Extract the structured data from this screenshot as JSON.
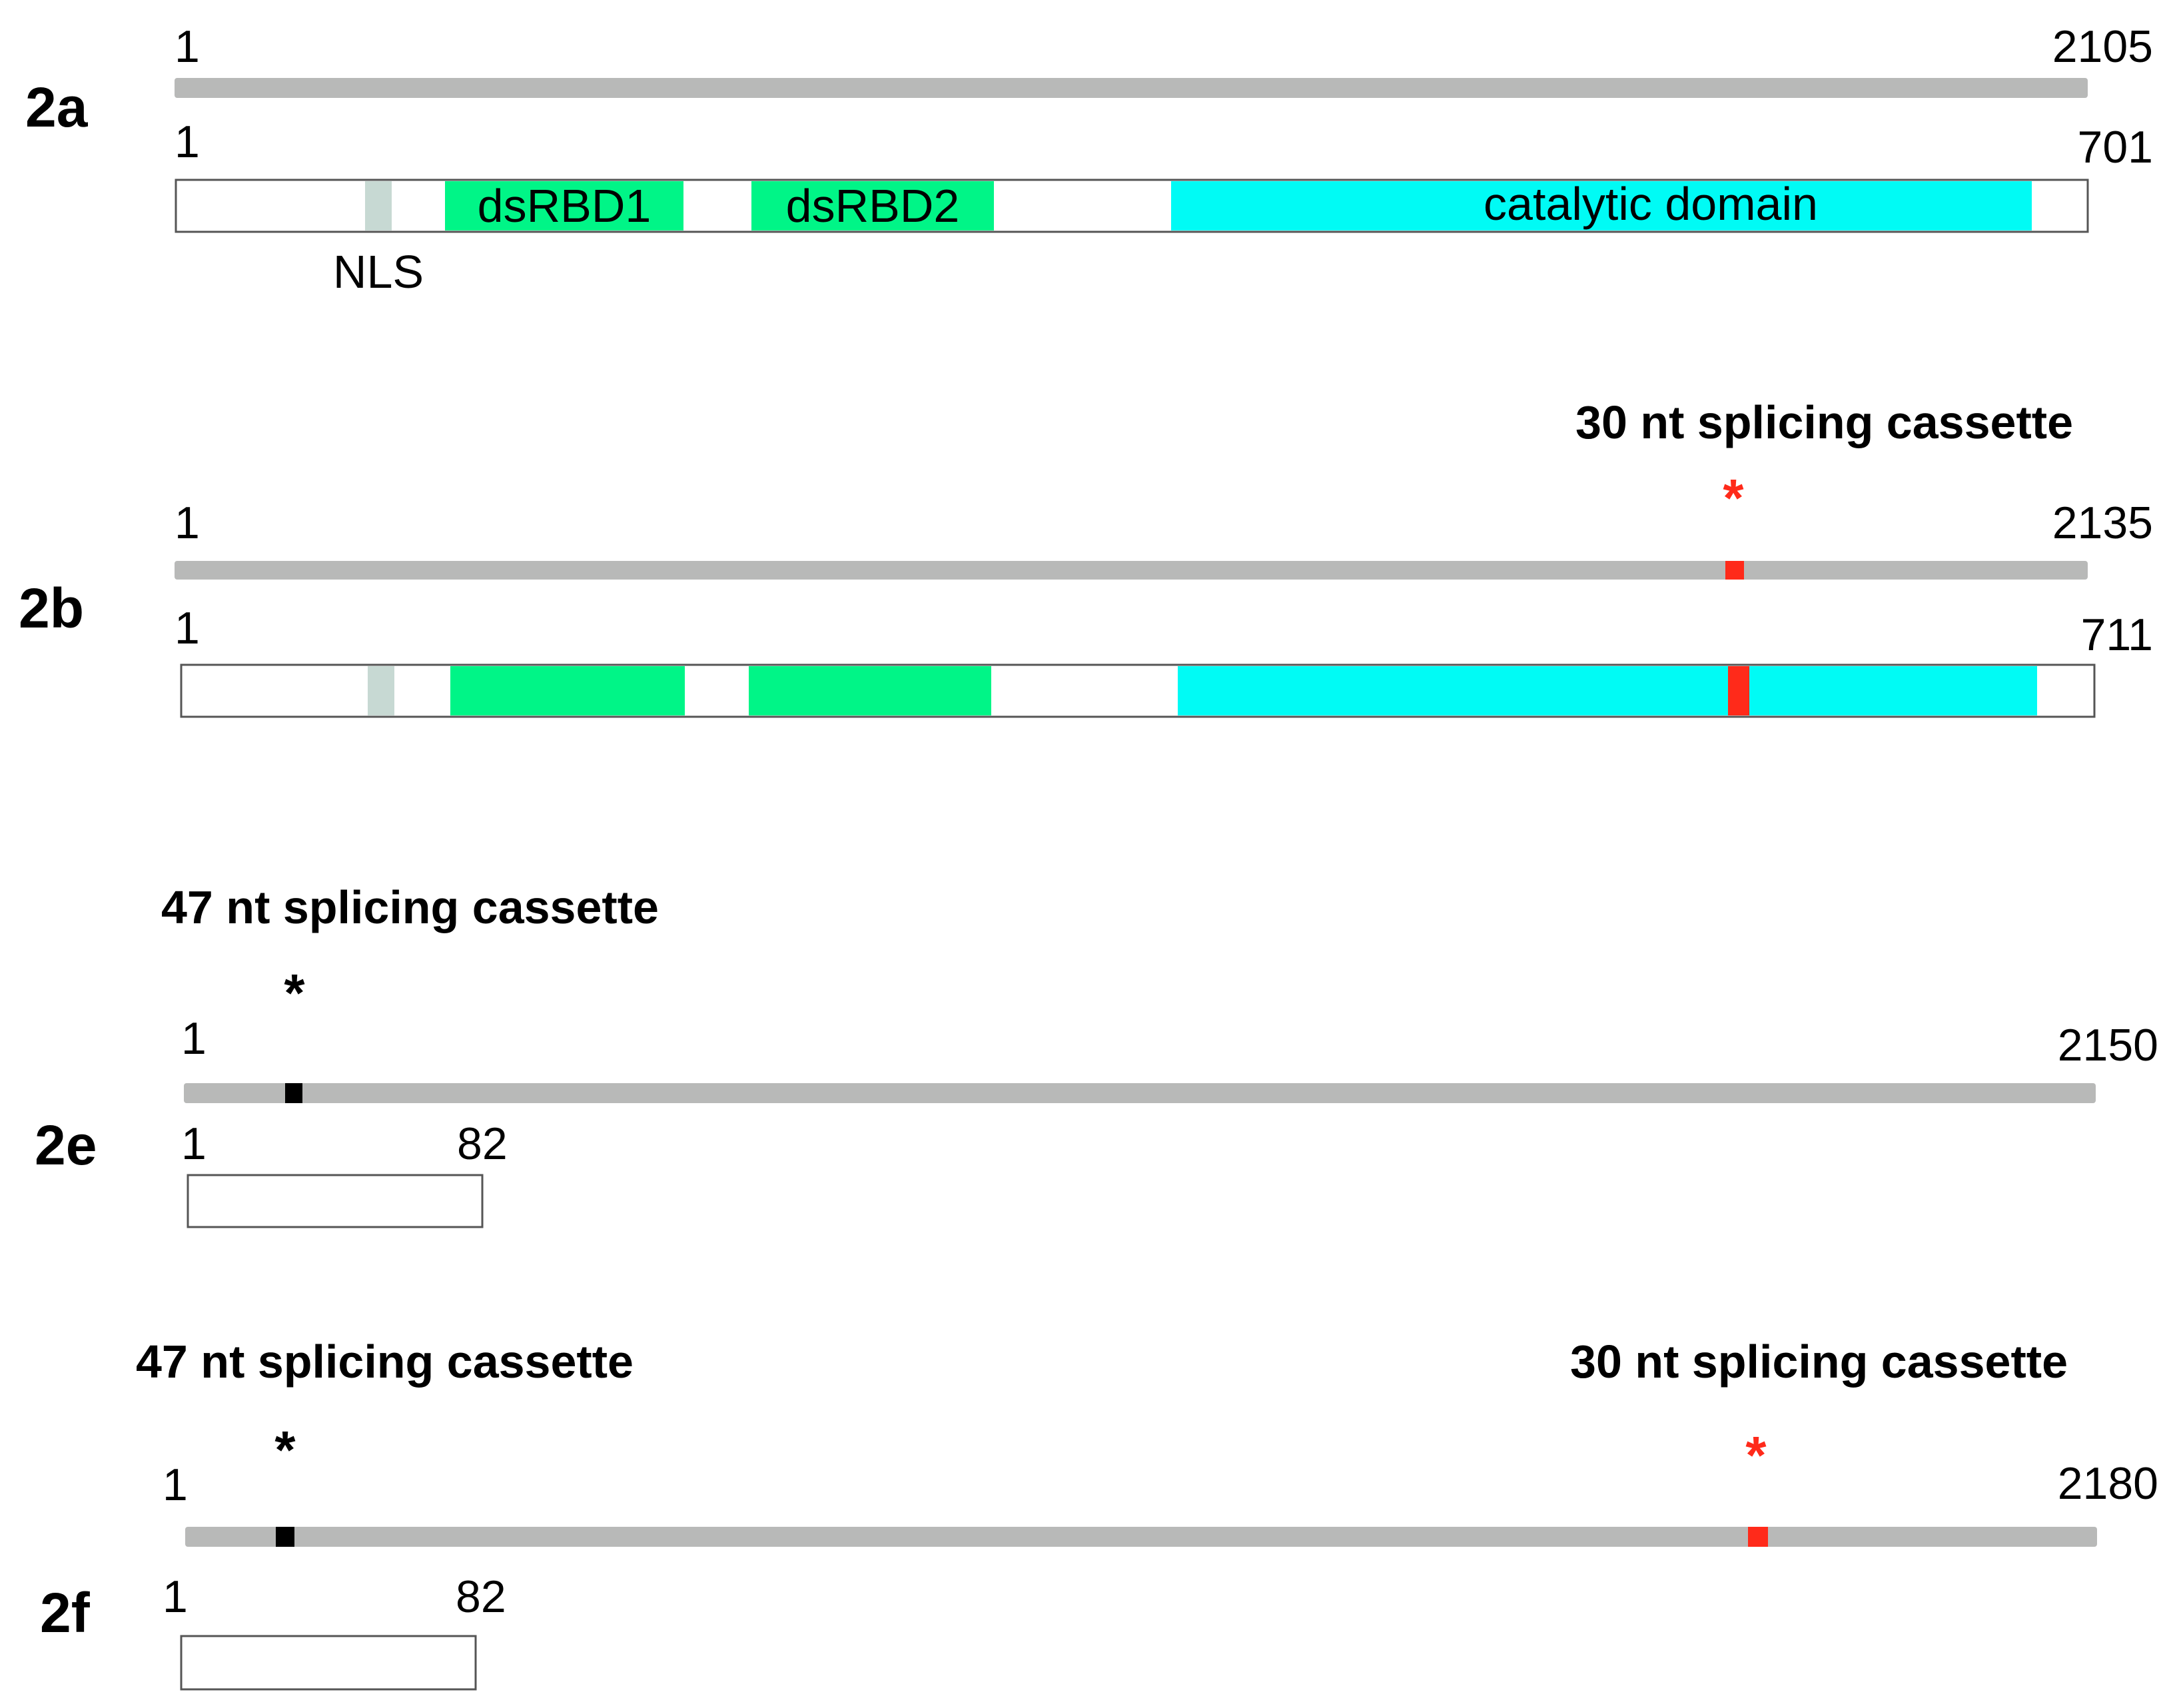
{
  "colors": {
    "mrna": "#b8b9b8",
    "nls": "#c7d9d3",
    "dsrbd": "#00f587",
    "catalytic": "#00fbf5",
    "cassette30": "#ff2a1a",
    "cassette47": "#000000",
    "outline": "#555555"
  },
  "panels": {
    "a": {
      "label": "2a",
      "mrna_start": "1",
      "mrna_end": "2105",
      "protein_start": "1",
      "protein_end": "701",
      "nls_label": "NLS",
      "dsrbd1_label": "dsRBD1",
      "dsrbd2_label": "dsRBD2",
      "catalytic_label": "catalytic domain"
    },
    "b": {
      "label": "2b",
      "cassette_label": "30 nt splicing cassette",
      "star": "*",
      "mrna_start": "1",
      "mrna_end": "2135",
      "protein_start": "1",
      "protein_end": "711"
    },
    "e": {
      "label": "2e",
      "cassette_label": "47 nt splicing cassette",
      "star": "*",
      "mrna_start": "1",
      "mrna_end": "2150",
      "protein_start": "1",
      "protein_end": "82"
    },
    "f": {
      "label": "2f",
      "cassette47_label": "47 nt splicing cassette",
      "cassette30_label": "30 nt splicing cassette",
      "star47": "*",
      "star30": "*",
      "mrna_start": "1",
      "mrna_end": "2180",
      "protein_start": "1",
      "protein_end": "82"
    }
  }
}
